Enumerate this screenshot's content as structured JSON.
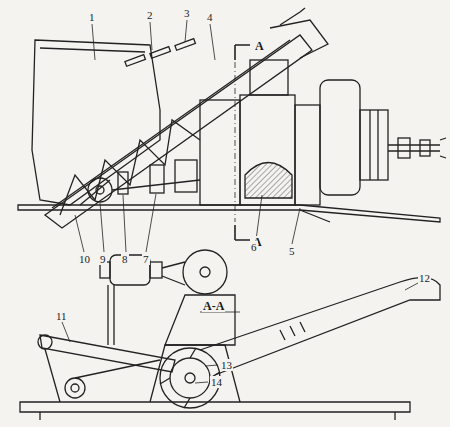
{
  "diagram": {
    "labels": [
      "1",
      "2",
      "3",
      "4",
      "A",
      "A",
      "10",
      "9",
      "8",
      "7",
      "6",
      "5",
      "A-A",
      "11",
      "12",
      "13",
      "14"
    ]
  }
}
